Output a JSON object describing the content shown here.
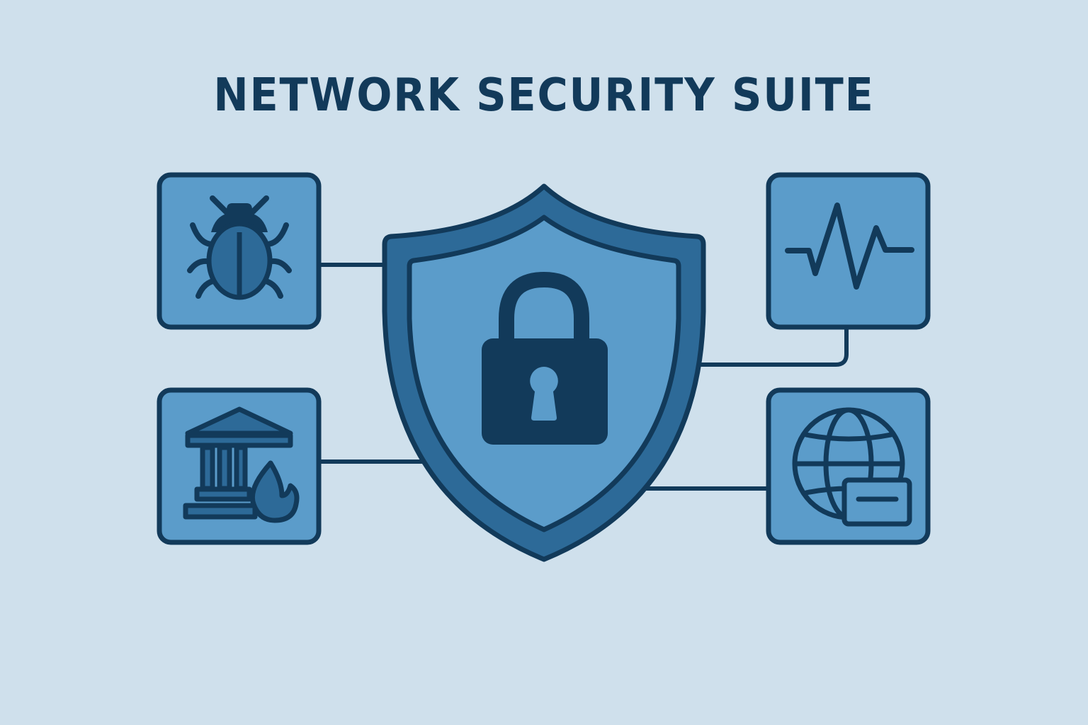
{
  "title": "NETWORK SECURITY SUITE",
  "colors": {
    "background": "#cfe0ec",
    "outline": "#123a5a",
    "tile_fill": "#5b9cca",
    "shield_outer": "#2d6a98",
    "shield_inner": "#5b9cca",
    "icon_accent": "#2d6a98"
  },
  "center": {
    "icon": "shield-lock-icon",
    "label": "Shield with padlock"
  },
  "modules": [
    {
      "id": "malware",
      "icon": "bug-icon",
      "position": "top-left"
    },
    {
      "id": "firewall",
      "icon": "bank-fire-icon",
      "position": "bottom-left"
    },
    {
      "id": "monitoring",
      "icon": "pulse-icon",
      "position": "top-right"
    },
    {
      "id": "vpn",
      "icon": "globe-card-icon",
      "position": "bottom-right"
    }
  ]
}
